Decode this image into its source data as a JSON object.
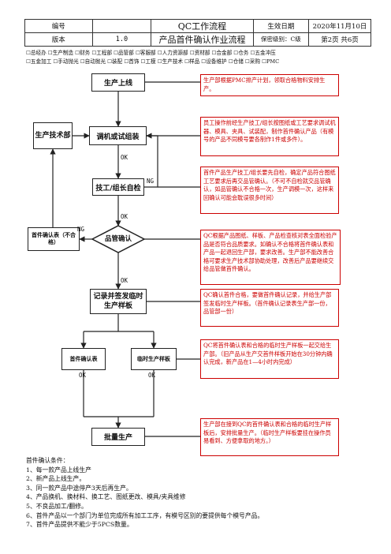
{
  "header": {
    "number_label": "编号",
    "title": "QC工作流程",
    "effective_label": "生效日期",
    "effective_date": "2020年11月10日",
    "version_label": "版本",
    "version": "1.0",
    "subtitle": "产品首件确认作业流程",
    "security": "保密级别：C级",
    "page": "第2页 共6页"
  },
  "departments_row1": "☐总经办 ☐生产制造 ☐财务 ☐工程部 ☐品管部 ☐客服部 ☐人力资源部 ☐资材部 ☐合金部 ☐仓务 ☐五金冲压",
  "departments_row2": "☐五金加工 ☐手动抛光 ☐自动抛光 ☐装配 ☐首饰 ☐工模 ☐生产技术 ☐样品 ☐设备维护 ☐仓储 ☐采购 ☐PMC",
  "flow": {
    "start": "生产上线",
    "debug": "调机或试组装",
    "tech_dept": "生产技术部",
    "self_check": "技工/组长自检",
    "qc_confirm": "品管确认",
    "fa_ng": "首件确认表（不合格）",
    "record": "记录并签发临时生产样板",
    "fa_sheet": "首件确认表",
    "temp_sample": "临时生产样板",
    "mass": "批量生产"
  },
  "labels": {
    "ok": "OK",
    "ng": "NG"
  },
  "notes": [
    "生产部根据PMC排产计划，领取合格物料安排生产。",
    "员工操作前经生产技工/组长按图纸或工艺要求调试机器、模具、夹具、试装配，制作首件确认产品（有模号的产品不同模号要各制作1件或多件）。",
    "首件产品生产技工/组长要先自检，确定产品符合图纸工艺要求后再交品管确认。（不可不自检就交品管确认，如品管确认不合格一次，生产调模一次，这样来回确认可能会耽误很多时间）",
    "QC根据产品图纸、样板、产品检查核对表全面检验产品是否符合品质要求。如确认不合格将首件确认表和产品一起退回生产部，要求改善。生产部不能改善合格可要求生产技术部协助处理，改善后产品要继续交给品管做首件确认。",
    "QC确认首件合格，要做首件确认记录，并给生产部签发临时生产样板。（首件确认记录表生产部一份，品管部一份）",
    "QC将首件确认表和合格的临时生产样板一起交给生产部。（旧产品从生产交首件样板开始在30分钟内确认完成，新产品在1—4小时内完成）",
    "生产部在接到QC的首件确认表和合格的临时生产样板后，安排批量生产。（临时生产样板要挂在操作员易看到、方便拿取的地方。）"
  ],
  "conditions": {
    "title": "首件确认条件：",
    "items": [
      "1、每一款产品上线生产",
      "2、新产品上线生产。",
      "3、同一款产品中途停产3天后再生产。",
      "4、产品换机、换材料、换工艺、图纸更改、模具/夹具维修",
      "5、不良品加工/翻修。",
      "6、首件产品以一个部门为单位完成所有加工工序，有模号区别的要提供每个模号产品。",
      "7、首件产品提供不能少于5PCS数量。"
    ]
  }
}
